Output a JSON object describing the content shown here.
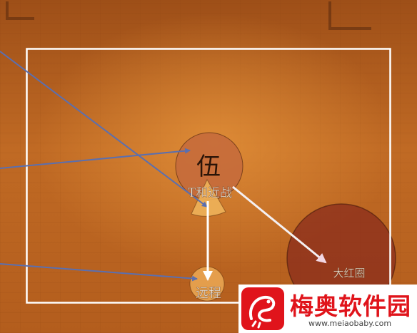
{
  "scene": {
    "center_marker_text": "伍",
    "label_top": "T和近战",
    "label_bottom": "远程",
    "label_big_circle": "大红圈"
  },
  "watermark": {
    "title": "梅奥软件园",
    "url": "www.meiaobaby.com"
  },
  "colors": {
    "floor": "#b5611e",
    "frame": "#ffffff",
    "line_blue": "#5a6fb0",
    "marker_circle": "#c46a3c",
    "small_circle": "#e2a04c",
    "big_circle": "#8c2e1c",
    "watermark_red": "#e0141b"
  }
}
